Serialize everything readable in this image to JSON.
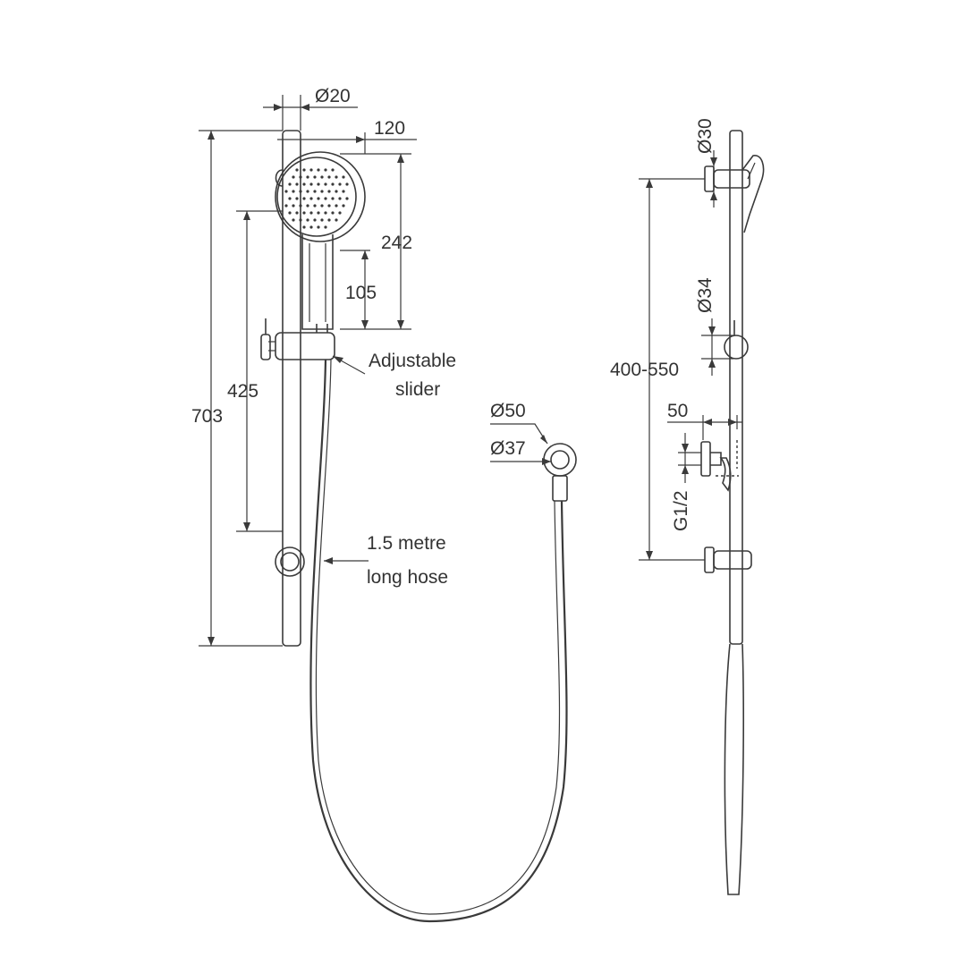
{
  "labels": {
    "d20": "Ø20",
    "w120": "120",
    "h242": "242",
    "h105": "105",
    "adjustable": "Adjustable",
    "slider": "slider",
    "h425": "425",
    "h703": "703",
    "d50": "Ø50",
    "d37": "Ø37",
    "hose_line1": "1.5 metre",
    "hose_line2": "long hose",
    "d30": "Ø30",
    "d34": "Ø34",
    "range": "400-550",
    "w50": "50",
    "thread": "G1/2"
  },
  "colors": {
    "line": "#3a3a3a",
    "text": "#333333",
    "background": "#ffffff"
  }
}
